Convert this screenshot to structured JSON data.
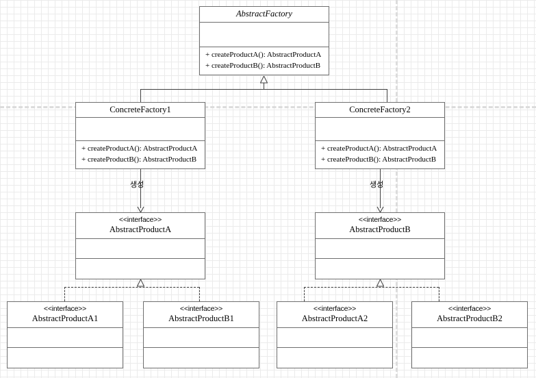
{
  "diagram": {
    "type": "uml-class-diagram",
    "pattern": "Abstract Factory",
    "background": "#ffffff",
    "grid_color": "#ebebeb",
    "grid_major_color": "#d8d8d8",
    "line_color": "#3f3f3f",
    "box_border_color": "#6e6e6e"
  },
  "classes": {
    "abstract_factory": {
      "name": "AbstractFactory",
      "stereotype": "",
      "italic": true,
      "operations": [
        "+ createProductA(): AbstractProductA",
        "+ createProductB(): AbstractProductB"
      ]
    },
    "concrete_factory_1": {
      "name": "ConcreteFactory1",
      "stereotype": "",
      "italic": false,
      "operations": [
        "+ createProductA(): AbstractProductA",
        "+ createProductB(): AbstractProductB"
      ]
    },
    "concrete_factory_2": {
      "name": "ConcreteFactory2",
      "stereotype": "",
      "italic": false,
      "operations": [
        "+ createProductA(): AbstractProductA",
        "+ createProductB(): AbstractProductB"
      ]
    },
    "abstract_product_a": {
      "name": "AbstractProductA",
      "stereotype": "<<interface>>",
      "italic": false,
      "operations": []
    },
    "abstract_product_b": {
      "name": "AbstractProductB",
      "stereotype": "<<interface>>",
      "italic": false,
      "operations": []
    },
    "abstract_product_a1": {
      "name": "AbstractProductA1",
      "stereotype": "<<interface>>",
      "italic": false,
      "operations": []
    },
    "abstract_product_b1": {
      "name": "AbstractProductB1",
      "stereotype": "<<interface>>",
      "italic": false,
      "operations": []
    },
    "abstract_product_a2": {
      "name": "AbstractProductA2",
      "stereotype": "<<interface>>",
      "italic": false,
      "operations": []
    },
    "abstract_product_b2": {
      "name": "AbstractProductB2",
      "stereotype": "<<interface>>",
      "italic": false,
      "operations": []
    }
  },
  "edges": {
    "create_label_left": "생성",
    "create_label_right": "생성"
  }
}
